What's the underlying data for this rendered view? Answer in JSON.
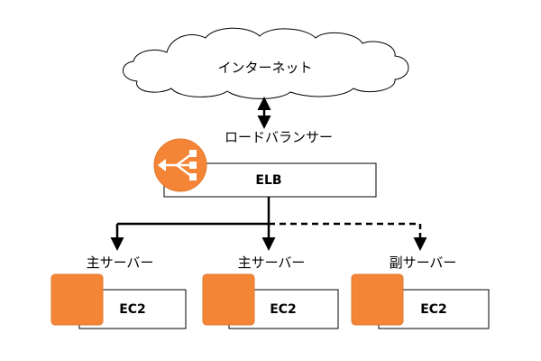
{
  "colors": {
    "accent": "#f58536",
    "accent_stroke": "#e07a2e",
    "line": "#000000",
    "cloud_stroke": "#000000"
  },
  "internet": {
    "label": "インターネット",
    "icon": "cloud-icon"
  },
  "load_balancer": {
    "title": "ロードバランサー",
    "box_label": "ELB",
    "icon": "elb-icon"
  },
  "servers": [
    {
      "heading": "主サーバー",
      "box_label": "EC2",
      "connection": "solid",
      "icon": "ec2-icon"
    },
    {
      "heading": "主サーバー",
      "box_label": "EC2",
      "connection": "solid",
      "icon": "ec2-icon"
    },
    {
      "heading": "副サーバー",
      "box_label": "EC2",
      "connection": "dashed",
      "icon": "ec2-icon"
    }
  ]
}
